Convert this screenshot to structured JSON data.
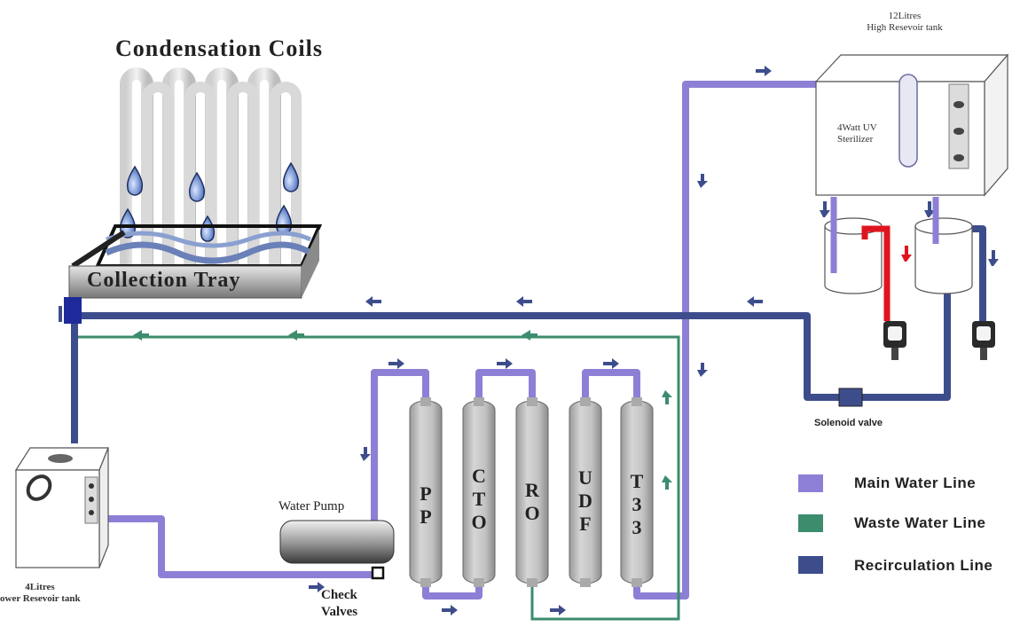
{
  "title": "Condensation Coils",
  "collection_tray": "Collection Tray",
  "high_tank": {
    "line1": "12Litres",
    "line2": "High Resevoir tank"
  },
  "uv_sterilizer": {
    "line1": "4Watt UV",
    "line2": "Sterilizer"
  },
  "lower_tank": {
    "line1": "4Litres",
    "line2": "ower Resevoir tank"
  },
  "water_pump": "Water Pump",
  "check_valves": {
    "line1": "Check",
    "line2": "Valves"
  },
  "solenoid_valve": "Solenoid valve",
  "filters": [
    {
      "letters": [
        "P",
        "P"
      ]
    },
    {
      "letters": [
        "C",
        "T",
        "O"
      ]
    },
    {
      "letters": [
        "R",
        "O"
      ]
    },
    {
      "letters": [
        "U",
        "D",
        "F"
      ]
    },
    {
      "letters": [
        "T",
        "3",
        "3"
      ]
    }
  ],
  "legend": [
    {
      "label": "Main Water Line",
      "color": "#8e7fd6"
    },
    {
      "label": "Waste Water Line",
      "color": "#3c8c6e"
    },
    {
      "label": "Recirculation Line",
      "color": "#3d4d8c"
    }
  ],
  "colors": {
    "main": "#8e7fd6",
    "waste": "#3c8c6e",
    "recirc": "#3d4d8c",
    "hot": "#e0141e",
    "drop": "#1e3a8a"
  }
}
